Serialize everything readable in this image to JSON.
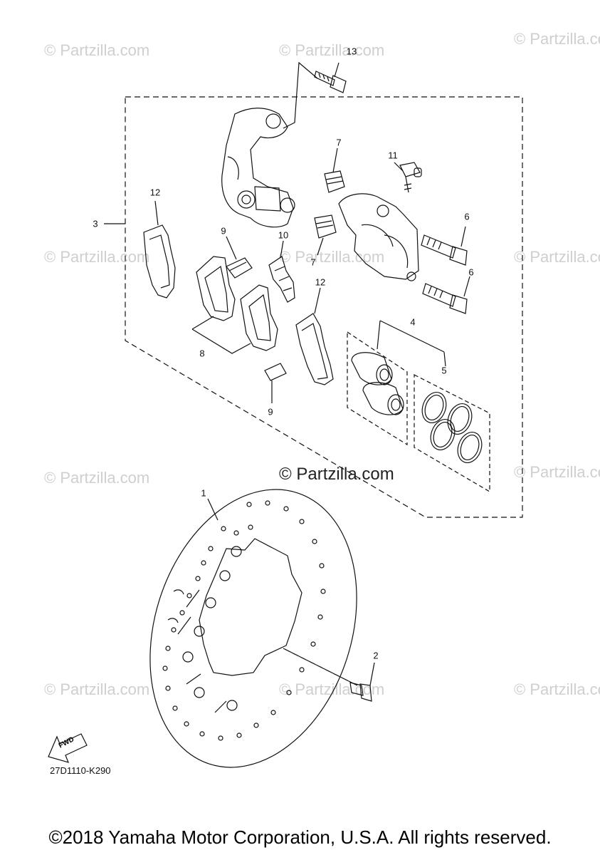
{
  "watermark": "© Partzilla.com",
  "watermark_center": "© Partzilla.com",
  "diagram_code": "27D1110-K290",
  "copyright": "©2018 Yamaha Motor Corporation, U.S.A. All rights reserved.",
  "fwd_label": "FWD",
  "callouts": {
    "c1": "1",
    "c2": "2",
    "c3": "3",
    "c4": "4",
    "c5": "5",
    "c6a": "6",
    "c6b": "6",
    "c7a": "7",
    "c7b": "7",
    "c8": "8",
    "c9a": "9",
    "c9b": "9",
    "c10": "10",
    "c11": "11",
    "c12a": "12",
    "c12b": "12",
    "c13": "13"
  }
}
